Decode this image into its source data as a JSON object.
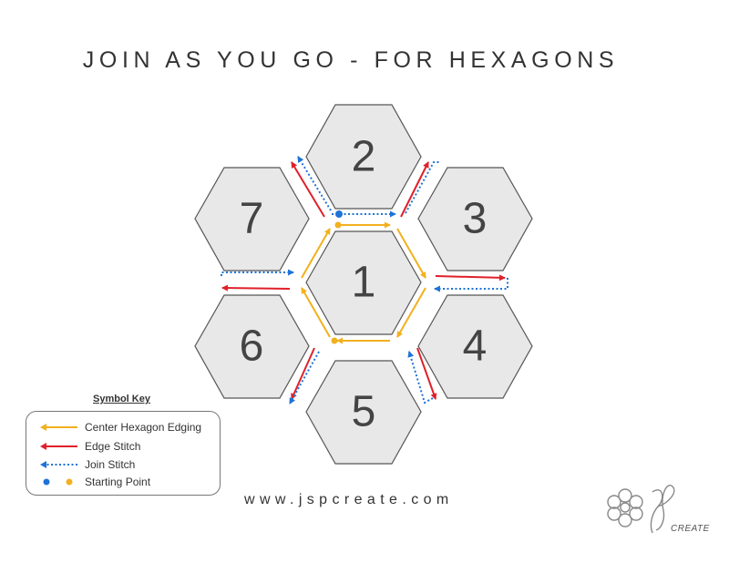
{
  "title": "JOIN AS YOU GO - FOR HEXAGONS",
  "hexagons": [
    {
      "number": "1"
    },
    {
      "number": "2"
    },
    {
      "number": "3"
    },
    {
      "number": "4"
    },
    {
      "number": "5"
    },
    {
      "number": "6"
    },
    {
      "number": "7"
    }
  ],
  "colors": {
    "center_edging": "#f2b01e",
    "edge_stitch": "#e0202a",
    "join_stitch": "#1f73d6",
    "hex_fill": "#e8e8e8",
    "hex_stroke": "#555555"
  },
  "symbol_key": {
    "title": "Symbol Key",
    "items": [
      {
        "label": "Center Hexagon Edging",
        "icon": "orange-solid-arrow"
      },
      {
        "label": "Edge Stitch",
        "icon": "red-solid-arrow"
      },
      {
        "label": "Join Stitch",
        "icon": "blue-dotted-arrow"
      },
      {
        "label": "Starting Point",
        "icon": "blue-and-orange-dots"
      }
    ]
  },
  "website": "www.jspcreate.com",
  "logo": {
    "text": "CREATE",
    "icon": "flower-logo-icon"
  }
}
